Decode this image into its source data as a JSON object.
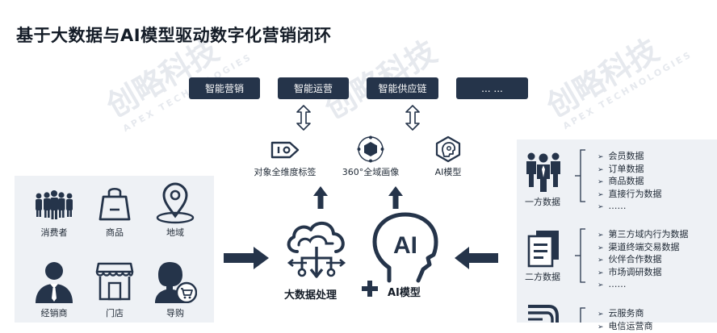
{
  "title": "基于大数据与AI模型驱动数字化营销闭环",
  "watermark": {
    "brand": "创略科技",
    "sub": "APEX TECHNOLOGIES"
  },
  "top_boxes": [
    "智能营销",
    "智能运营",
    "智能供应链",
    "... ..."
  ],
  "capabilities": [
    {
      "label": "对象全维度标签",
      "icon": "tag-icon"
    },
    {
      "label": "360°全域画像",
      "icon": "hexagon-node-icon"
    },
    {
      "label": "AI模型",
      "icon": "brain-hex-icon"
    }
  ],
  "left_panel": [
    {
      "label": "消费者",
      "icon": "crowd-icon"
    },
    {
      "label": "商品",
      "icon": "shopping-bag-icon"
    },
    {
      "label": "地域",
      "icon": "map-pin-icon"
    },
    {
      "label": "经销商",
      "icon": "businessman-icon"
    },
    {
      "label": "门店",
      "icon": "storefront-icon"
    },
    {
      "label": "导购",
      "icon": "shopping-guide-icon"
    }
  ],
  "center": {
    "big_data_label": "大数据处理",
    "ai_label": "AI模型",
    "ai_text": "AI"
  },
  "right_panel": [
    {
      "label": "一方数据",
      "icon": "team-icon",
      "items": [
        "会员数据",
        "订单数据",
        "商品数据",
        "直接行为数据",
        "……"
      ]
    },
    {
      "label": "二方数据",
      "icon": "documents-icon",
      "items": [
        "第三方域内行为数据",
        "渠道终端交易数据",
        "伙伴合作数据",
        "市场调研数据",
        "……"
      ]
    },
    {
      "label": "",
      "icon": "database-icon",
      "items": [
        "云服务商",
        "电信运营商"
      ]
    }
  ],
  "colors": {
    "dark": "#25344a",
    "panel": "#eef1f5",
    "watermark": "#e6e9ee"
  }
}
